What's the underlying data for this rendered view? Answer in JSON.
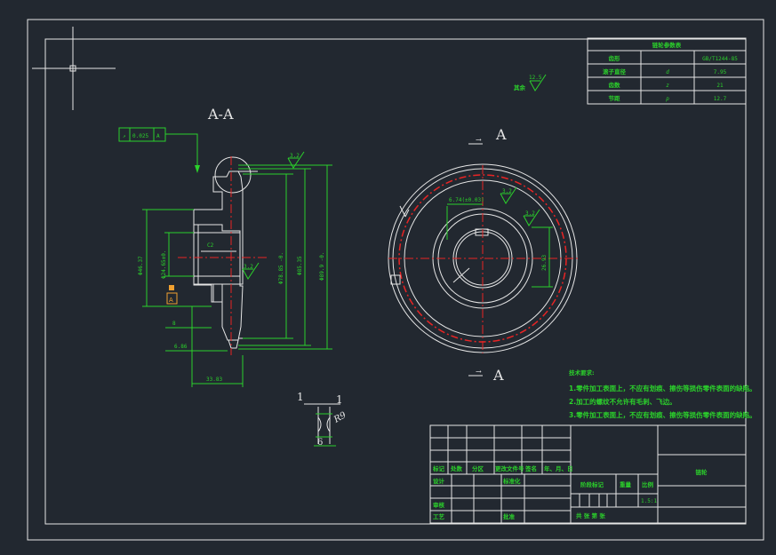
{
  "section_label": "A-A",
  "view_labels": {
    "top": "A",
    "bottom": "A"
  },
  "gear_params": {
    "header": "链轮参数表",
    "rows": [
      {
        "name": "齿形",
        "symbol": "",
        "value": "GB/T1244-85"
      },
      {
        "name": "滚子直径",
        "symbol": "d",
        "value": "7.95"
      },
      {
        "name": "齿数",
        "symbol": "z",
        "value": "21"
      },
      {
        "name": "节距",
        "symbol": "p",
        "value": "12.7"
      }
    ]
  },
  "roughness": {
    "other": "其余",
    "other_value": "12.5",
    "top": "3.2",
    "mid": "3.2",
    "low": "3.2",
    "key_a": "3.2",
    "key_b": "3.2"
  },
  "tolerance": {
    "symbol": "↗",
    "value": "0.025",
    "datum": "A"
  },
  "dimensions": {
    "d_hub": "Φ46.37",
    "d_bore": "Φ24.65±0.",
    "chamfer": "C2",
    "d_root": "Φ78.85 -0.",
    "d_pitch": "Φ85.35",
    "d_tip": "Φ89.9 -0.",
    "len_8": "8",
    "len_6": "6.86",
    "width": "33.83",
    "key_width": "6.74(±0.03)",
    "key_depth": "26.93",
    "datum": "A"
  },
  "detail": {
    "mark_left": "1",
    "mark_right": "1",
    "radius": "R9",
    "dim": "6"
  },
  "tech_req": {
    "title": "技术要求:",
    "items": [
      "1.零件加工表面上，不应有划痕、擦伤等损伤零件表面的缺陷。",
      "2.加工的螺纹不允许有毛刺、飞边。",
      "3.零件加工表面上，不应有划痕、擦伤等损伤零件表面的缺陷。"
    ]
  },
  "title_block": {
    "part_name": "链轮",
    "row_labels": [
      "标记",
      "处数",
      "分区",
      "更改文件号",
      "签名",
      "年、月、日"
    ],
    "design": "设计",
    "standard": "标准化",
    "stage_mark": "阶段标记",
    "weight": "重量",
    "ratio": "比例",
    "scale": "1.5:1",
    "review": "审核",
    "craft": "工艺",
    "approve": "批准",
    "sheets": "共  张  第  张"
  }
}
